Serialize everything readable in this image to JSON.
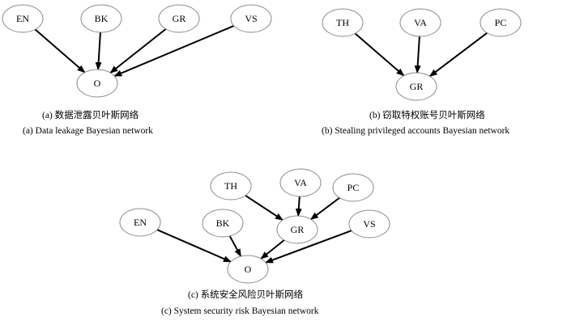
{
  "diagrams": [
    {
      "nodes": [
        {
          "id": "EN",
          "label": "EN"
        },
        {
          "id": "BK",
          "label": "BK"
        },
        {
          "id": "GR",
          "label": "GR"
        },
        {
          "id": "VS",
          "label": "VS"
        },
        {
          "id": "O",
          "label": "O"
        }
      ],
      "edges": [
        [
          "EN",
          "O"
        ],
        [
          "BK",
          "O"
        ],
        [
          "GR",
          "O"
        ],
        [
          "VS",
          "O"
        ]
      ],
      "caption_cn": "(a) 数据泄露贝叶斯网络",
      "caption_en": "(a) Data leakage Bayesian network"
    },
    {
      "nodes": [
        {
          "id": "TH",
          "label": "TH"
        },
        {
          "id": "VA",
          "label": "VA"
        },
        {
          "id": "PC",
          "label": "PC"
        },
        {
          "id": "GR",
          "label": "GR"
        }
      ],
      "edges": [
        [
          "TH",
          "GR"
        ],
        [
          "VA",
          "GR"
        ],
        [
          "PC",
          "GR"
        ]
      ],
      "caption_cn": "(b) 窃取特权账号贝叶斯网络",
      "caption_en": "(b) Stealing privileged accounts Bayesian network"
    },
    {
      "nodes": [
        {
          "id": "TH",
          "label": "TH"
        },
        {
          "id": "VA",
          "label": "VA"
        },
        {
          "id": "PC",
          "label": "PC"
        },
        {
          "id": "EN",
          "label": "EN"
        },
        {
          "id": "BK",
          "label": "BK"
        },
        {
          "id": "GR",
          "label": "GR"
        },
        {
          "id": "VS",
          "label": "VS"
        },
        {
          "id": "O",
          "label": "O"
        }
      ],
      "edges": [
        [
          "TH",
          "GR"
        ],
        [
          "VA",
          "GR"
        ],
        [
          "PC",
          "GR"
        ],
        [
          "EN",
          "O"
        ],
        [
          "BK",
          "O"
        ],
        [
          "GR",
          "O"
        ],
        [
          "VS",
          "O"
        ]
      ],
      "caption_cn": "(c) 系统安全风险贝叶斯网络",
      "caption_en": "(c) System security risk Bayesian network"
    }
  ]
}
